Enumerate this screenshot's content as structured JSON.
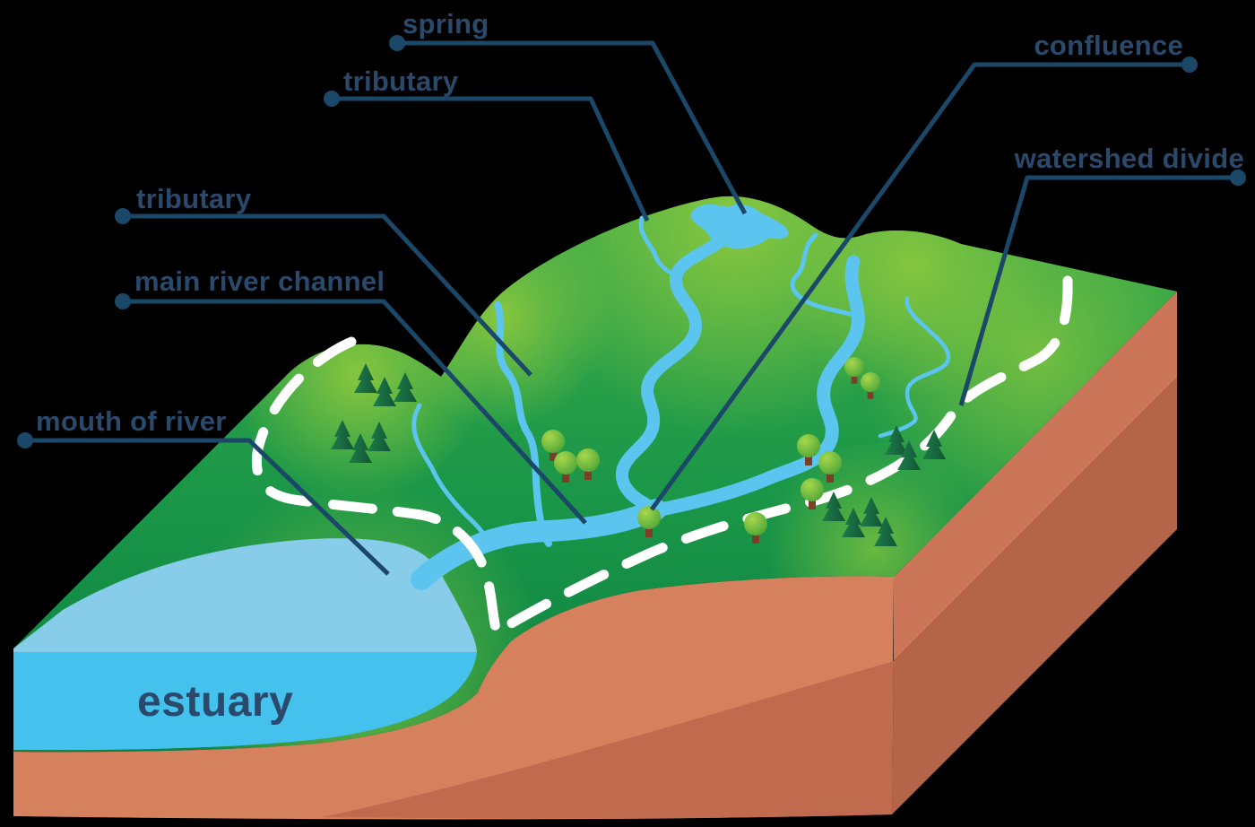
{
  "diagram": {
    "subject": "watershed and river system block diagram",
    "background_color": "#000000"
  },
  "labels": {
    "spring": {
      "text": "spring"
    },
    "tributary_top": {
      "text": "tributary"
    },
    "confluence": {
      "text": "confluence"
    },
    "watershed_divide": {
      "text": "watershed divide"
    },
    "tributary_left": {
      "text": "tributary"
    },
    "main_river_channel": {
      "text": "main river channel"
    },
    "mouth_of_river": {
      "text": "mouth of river"
    },
    "estuary": {
      "text": "estuary"
    }
  },
  "features": [
    "spring",
    "tributary",
    "confluence",
    "watershed divide",
    "tributary",
    "main river channel",
    "mouth of river",
    "estuary"
  ],
  "colors": {
    "label_text": "#2A496B",
    "leader_line": "#1B4769",
    "river_water": "#5BC5F0",
    "estuary_top": "#87CCE9",
    "estuary_front": "#45C1ED",
    "terrain_green_light": "#8CC83E",
    "terrain_green_mid": "#3DAC49",
    "terrain_green_dark": "#0A8243",
    "soil_front_light": "#D6815E",
    "soil_front_dark": "#C06A4E",
    "soil_side_light": "#CB7658",
    "soil_side_dark": "#B46549",
    "watershed_divide_dash": "#FFFFFF",
    "pine_tree": "#17673F",
    "tree_canopy": "#62B23D",
    "tree_trunk": "#7B3F28"
  }
}
